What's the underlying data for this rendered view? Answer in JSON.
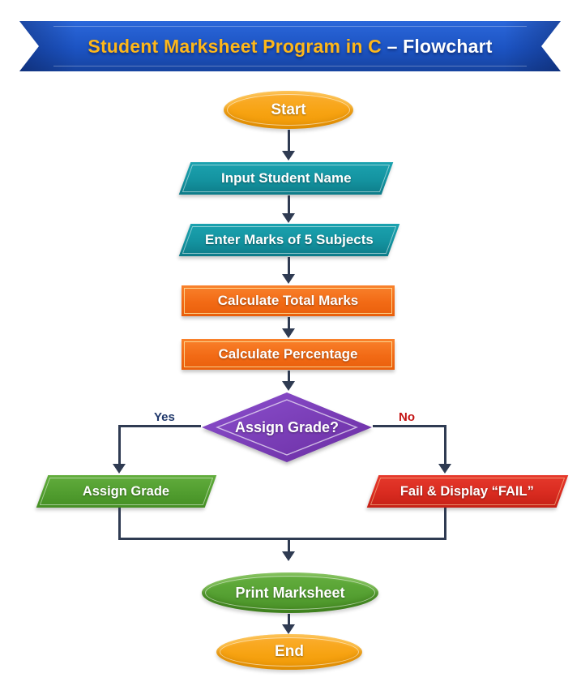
{
  "banner": {
    "title_primary": "Student Marksheet Program in C ",
    "title_secondary": "– Flowchart"
  },
  "flowchart": {
    "nodes": [
      {
        "id": "start",
        "shape": "terminator",
        "label": "Start"
      },
      {
        "id": "input-name",
        "shape": "io",
        "label": "Input Student Name"
      },
      {
        "id": "enter-marks",
        "shape": "io",
        "label": "Enter Marks of 5 Subjects"
      },
      {
        "id": "calc-total",
        "shape": "process",
        "label": "Calculate Total Marks"
      },
      {
        "id": "calc-percentage",
        "shape": "process",
        "label": "Calculate Percentage"
      },
      {
        "id": "assign-decision",
        "shape": "decision",
        "label": "Assign Grade?"
      },
      {
        "id": "assign-grade",
        "shape": "io",
        "label": "Assign Grade"
      },
      {
        "id": "fail-display",
        "shape": "io",
        "label": "Fail & Display “FAIL”"
      },
      {
        "id": "print-marksheet",
        "shape": "terminator",
        "label": "Print Marksheet"
      },
      {
        "id": "end",
        "shape": "terminator",
        "label": "End"
      }
    ],
    "branch_labels": {
      "yes": "Yes",
      "no": "No"
    }
  },
  "colors": {
    "banner_blue": "#1C53C2",
    "title_gold": "#FDB71A",
    "title_white": "#FFFFFF",
    "terminator_orange": "#F7A312",
    "io_teal": "#1493A0",
    "process_orange": "#F26A15",
    "decision_purple": "#7A3DB8",
    "io_green": "#519D2F",
    "io_red": "#D92B20",
    "terminator_green": "#55A032",
    "connector_dark": "#2F3B52",
    "yes_label": "#20386B",
    "no_label": "#C41414"
  }
}
